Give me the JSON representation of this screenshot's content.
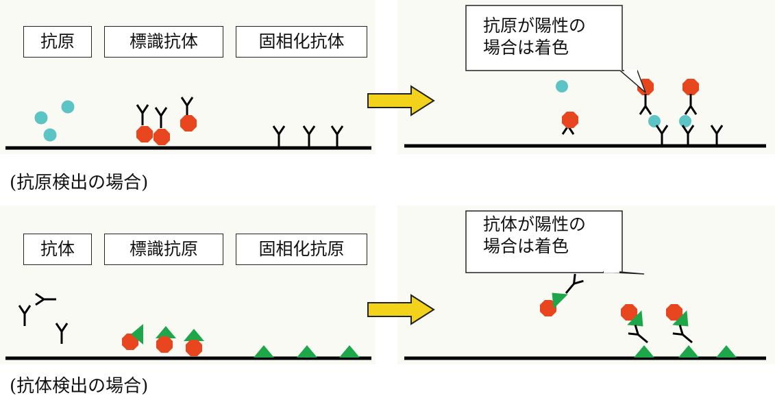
{
  "antigen_section": {
    "labels": [
      "抗原",
      "標識抗体",
      "固相化抗体"
    ],
    "caption": "(抗原検出の場合)",
    "callout": {
      "line1": "抗原が陽性の",
      "line2": "場合は着色"
    }
  },
  "antibody_section": {
    "labels": [
      "抗体",
      "標識抗原",
      "固相化抗原"
    ],
    "caption": "(抗体検出の場合)",
    "callout": {
      "line1": "抗体が陽性の",
      "line2": "場合は着色"
    }
  },
  "colors": {
    "antigen": "#5cc4c4",
    "label": "#e8461e",
    "triangle": "#1ea64a",
    "arrow_fill": "#f2d21a",
    "arrow_stroke": "#222222",
    "line": "#000000"
  }
}
